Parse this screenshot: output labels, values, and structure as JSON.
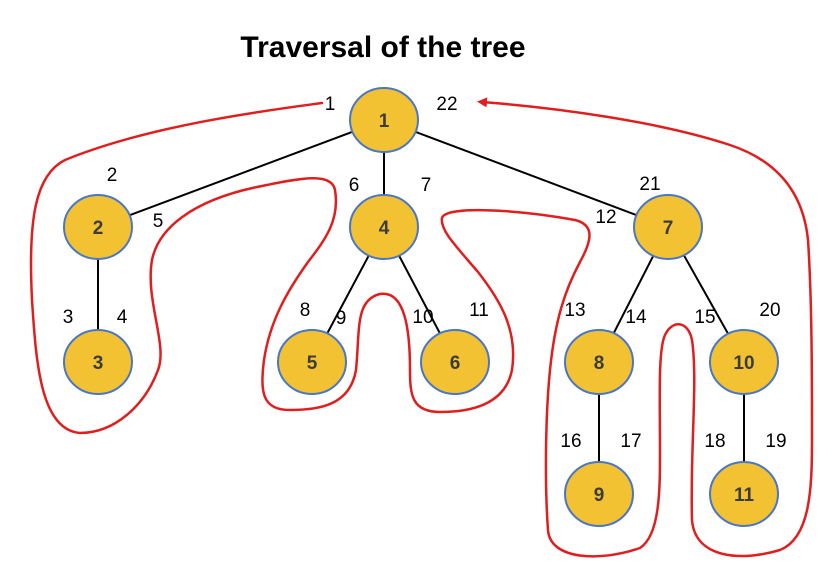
{
  "title": "Traversal of the tree",
  "colors": {
    "node_fill": "#f2c232",
    "node_stroke": "#4a76c6",
    "edge": "#000000",
    "traversal_path": "#e01e1e"
  },
  "nodes": [
    {
      "id": "n1",
      "label": "1"
    },
    {
      "id": "n2",
      "label": "2"
    },
    {
      "id": "n3",
      "label": "3"
    },
    {
      "id": "n4",
      "label": "4"
    },
    {
      "id": "n5",
      "label": "5"
    },
    {
      "id": "n6",
      "label": "6"
    },
    {
      "id": "n7",
      "label": "7"
    },
    {
      "id": "n8",
      "label": "8"
    },
    {
      "id": "n9",
      "label": "9"
    },
    {
      "id": "n10",
      "label": "10"
    },
    {
      "id": "n11",
      "label": "11"
    }
  ],
  "edges": [
    {
      "from": "n1",
      "to": "n2"
    },
    {
      "from": "n1",
      "to": "n4"
    },
    {
      "from": "n1",
      "to": "n7"
    },
    {
      "from": "n2",
      "to": "n3"
    },
    {
      "from": "n4",
      "to": "n5"
    },
    {
      "from": "n4",
      "to": "n6"
    },
    {
      "from": "n7",
      "to": "n8"
    },
    {
      "from": "n7",
      "to": "n10"
    },
    {
      "from": "n8",
      "to": "n9"
    },
    {
      "from": "n10",
      "to": "n11"
    }
  ],
  "step_labels": [
    "1",
    "2",
    "3",
    "4",
    "5",
    "6",
    "7",
    "8",
    "9",
    "10",
    "11",
    "12",
    "13",
    "14",
    "15",
    "16",
    "17",
    "18",
    "19",
    "20",
    "21",
    "22"
  ]
}
